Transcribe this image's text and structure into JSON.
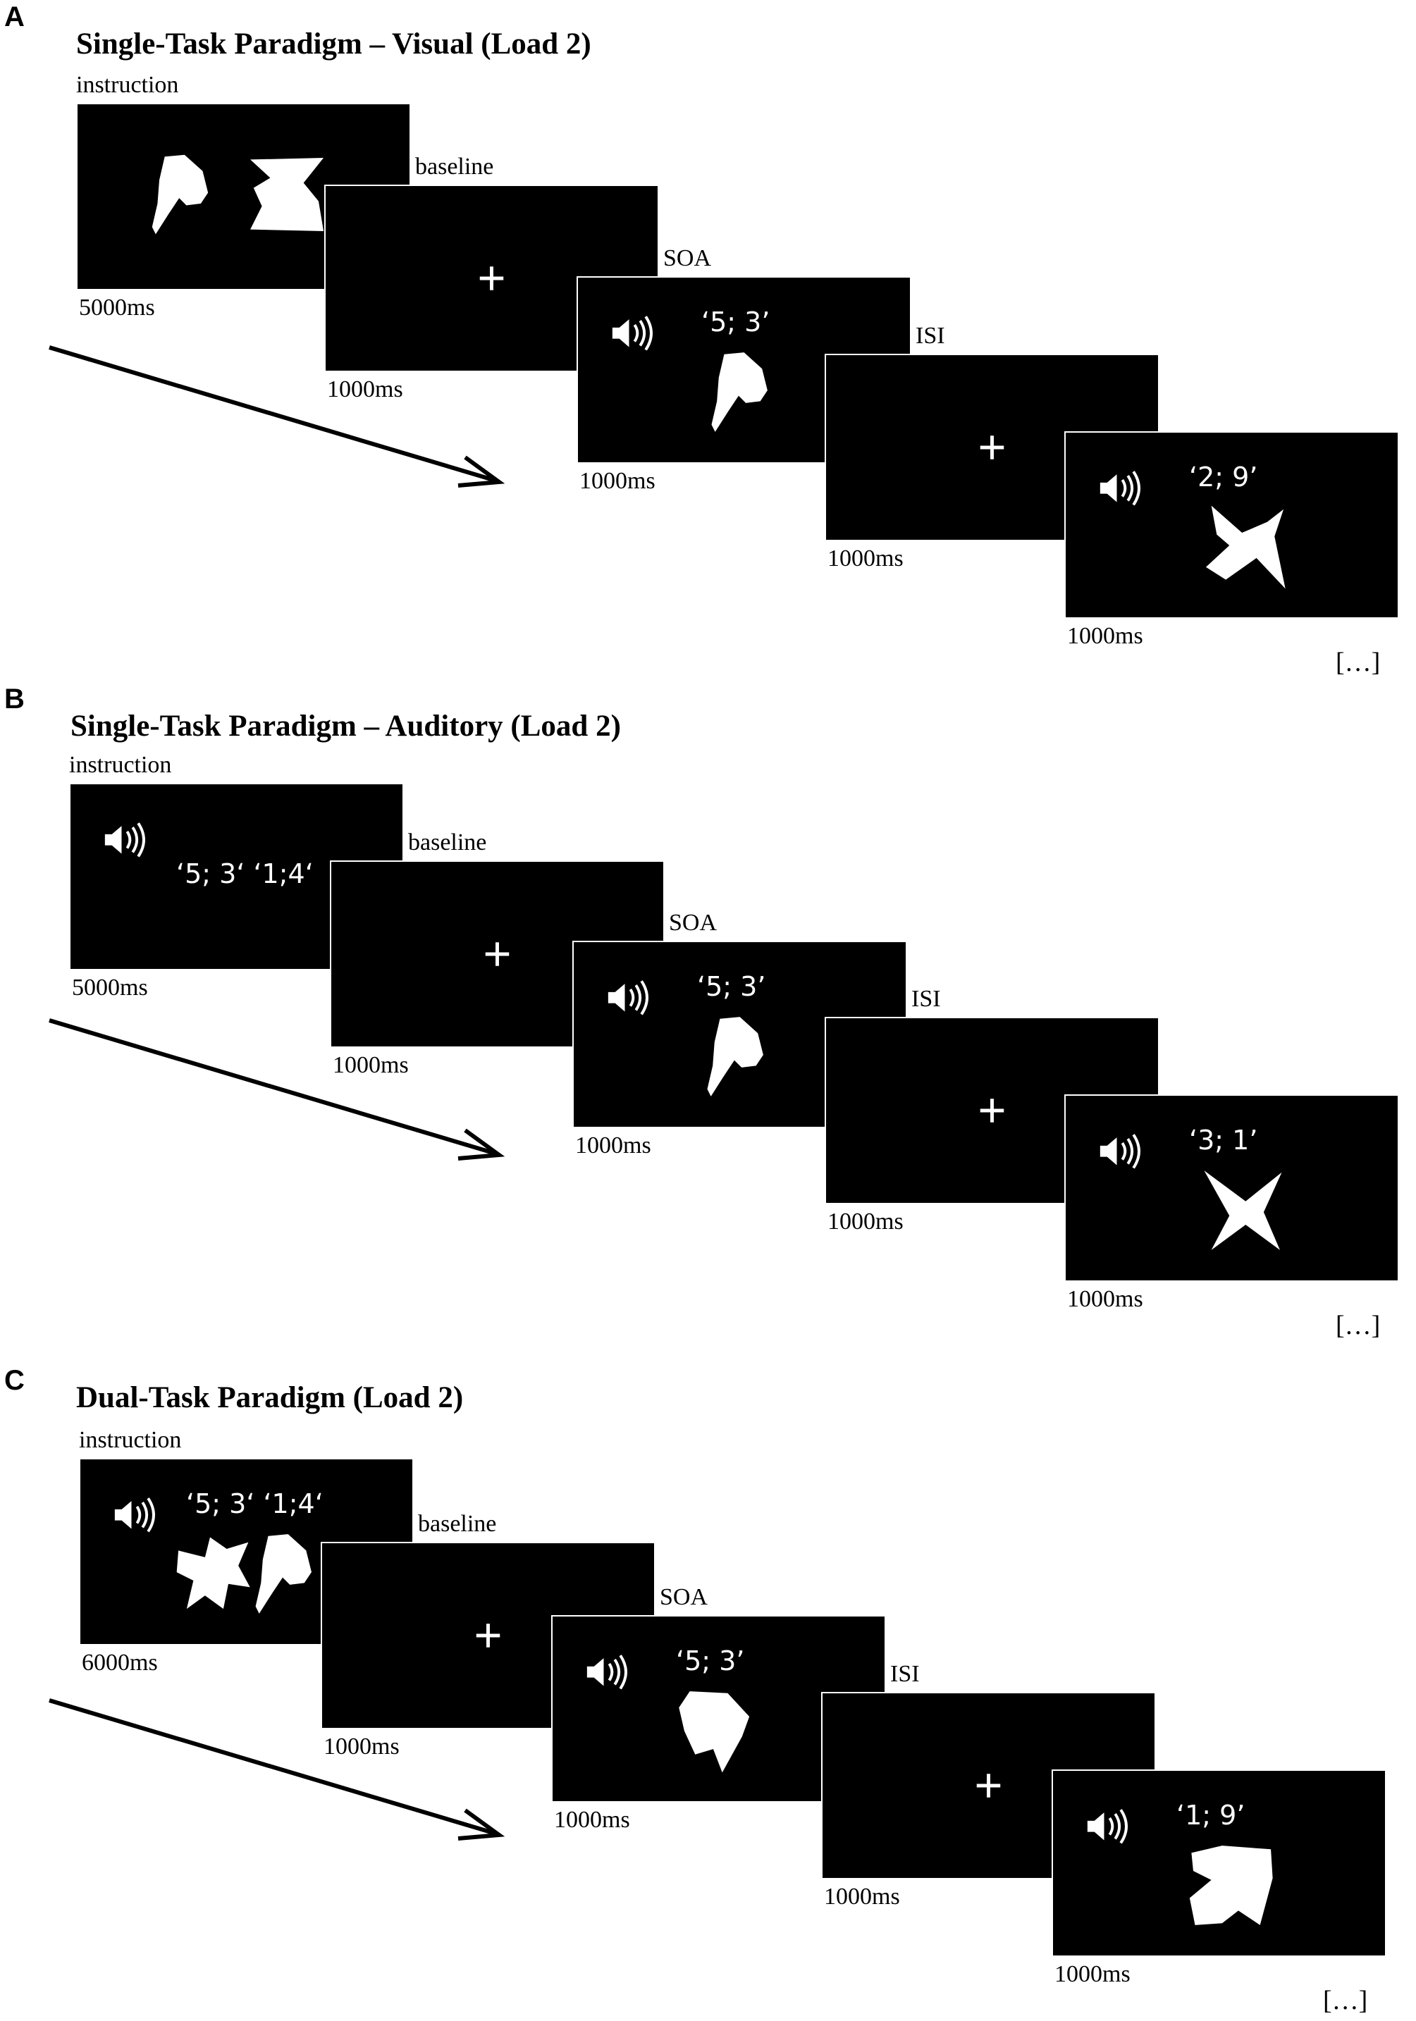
{
  "panels": [
    {
      "letter": "A",
      "title": "Single-Task Paradigm – Visual (Load 2)",
      "continuation": "[…]",
      "screens": [
        {
          "label": "instruction",
          "duration": "5000ms",
          "content": {
            "speaker": false,
            "digits": "",
            "shapes": [
              "hand-silhouette",
              "bowtie-silhouette"
            ],
            "fixation": false
          }
        },
        {
          "label": "baseline",
          "duration": "1000ms",
          "content": {
            "speaker": false,
            "digits": "",
            "shapes": [],
            "fixation": true
          }
        },
        {
          "label": "SOA",
          "duration": "1000ms",
          "content": {
            "speaker": true,
            "digits": "‘5; 3’",
            "shapes": [
              "hand-silhouette"
            ],
            "fixation": false
          }
        },
        {
          "label": "ISI",
          "duration": "1000ms",
          "content": {
            "speaker": false,
            "digits": "",
            "shapes": [],
            "fixation": true
          }
        },
        {
          "label": "",
          "duration": "1000ms",
          "content": {
            "speaker": true,
            "digits": "‘2; 9’",
            "shapes": [
              "butterfly-silhouette"
            ],
            "fixation": false
          }
        }
      ]
    },
    {
      "letter": "B",
      "title": "Single-Task Paradigm – Auditory (Load 2)",
      "continuation": "[…]",
      "screens": [
        {
          "label": "instruction",
          "duration": "5000ms",
          "content": {
            "speaker": true,
            "digits": "‘5; 3‘ ‘1;4‘",
            "shapes": [],
            "fixation": false
          }
        },
        {
          "label": "baseline",
          "duration": "1000ms",
          "content": {
            "speaker": false,
            "digits": "",
            "shapes": [],
            "fixation": true
          }
        },
        {
          "label": "SOA",
          "duration": "1000ms",
          "content": {
            "speaker": true,
            "digits": "‘5; 3’",
            "shapes": [
              "hand-silhouette"
            ],
            "fixation": false
          }
        },
        {
          "label": "ISI",
          "duration": "1000ms",
          "content": {
            "speaker": false,
            "digits": "",
            "shapes": [],
            "fixation": true
          }
        },
        {
          "label": "",
          "duration": "1000ms",
          "content": {
            "speaker": true,
            "digits": "‘3; 1’",
            "shapes": [
              "star-silhouette"
            ],
            "fixation": false
          }
        }
      ]
    },
    {
      "letter": "C",
      "title": "Dual-Task Paradigm (Load 2)",
      "continuation": "[…]",
      "screens": [
        {
          "label": "instruction",
          "duration": "6000ms",
          "content": {
            "speaker": true,
            "digits": "‘5; 3‘ ‘1;4‘",
            "shapes": [
              "bird-silhouette",
              "hand-silhouette"
            ],
            "fixation": false
          }
        },
        {
          "label": "baseline",
          "duration": "1000ms",
          "content": {
            "speaker": false,
            "digits": "",
            "shapes": [],
            "fixation": true
          }
        },
        {
          "label": "SOA",
          "duration": "1000ms",
          "content": {
            "speaker": true,
            "digits": "‘5; 3’",
            "shapes": [
              "claw-silhouette"
            ],
            "fixation": false
          }
        },
        {
          "label": "ISI",
          "duration": "1000ms",
          "content": {
            "speaker": false,
            "digits": "",
            "shapes": [],
            "fixation": true
          }
        },
        {
          "label": "",
          "duration": "1000ms",
          "content": {
            "speaker": true,
            "digits": "‘1; 9’",
            "shapes": [
              "boot-silhouette"
            ],
            "fixation": false
          }
        }
      ]
    }
  ]
}
